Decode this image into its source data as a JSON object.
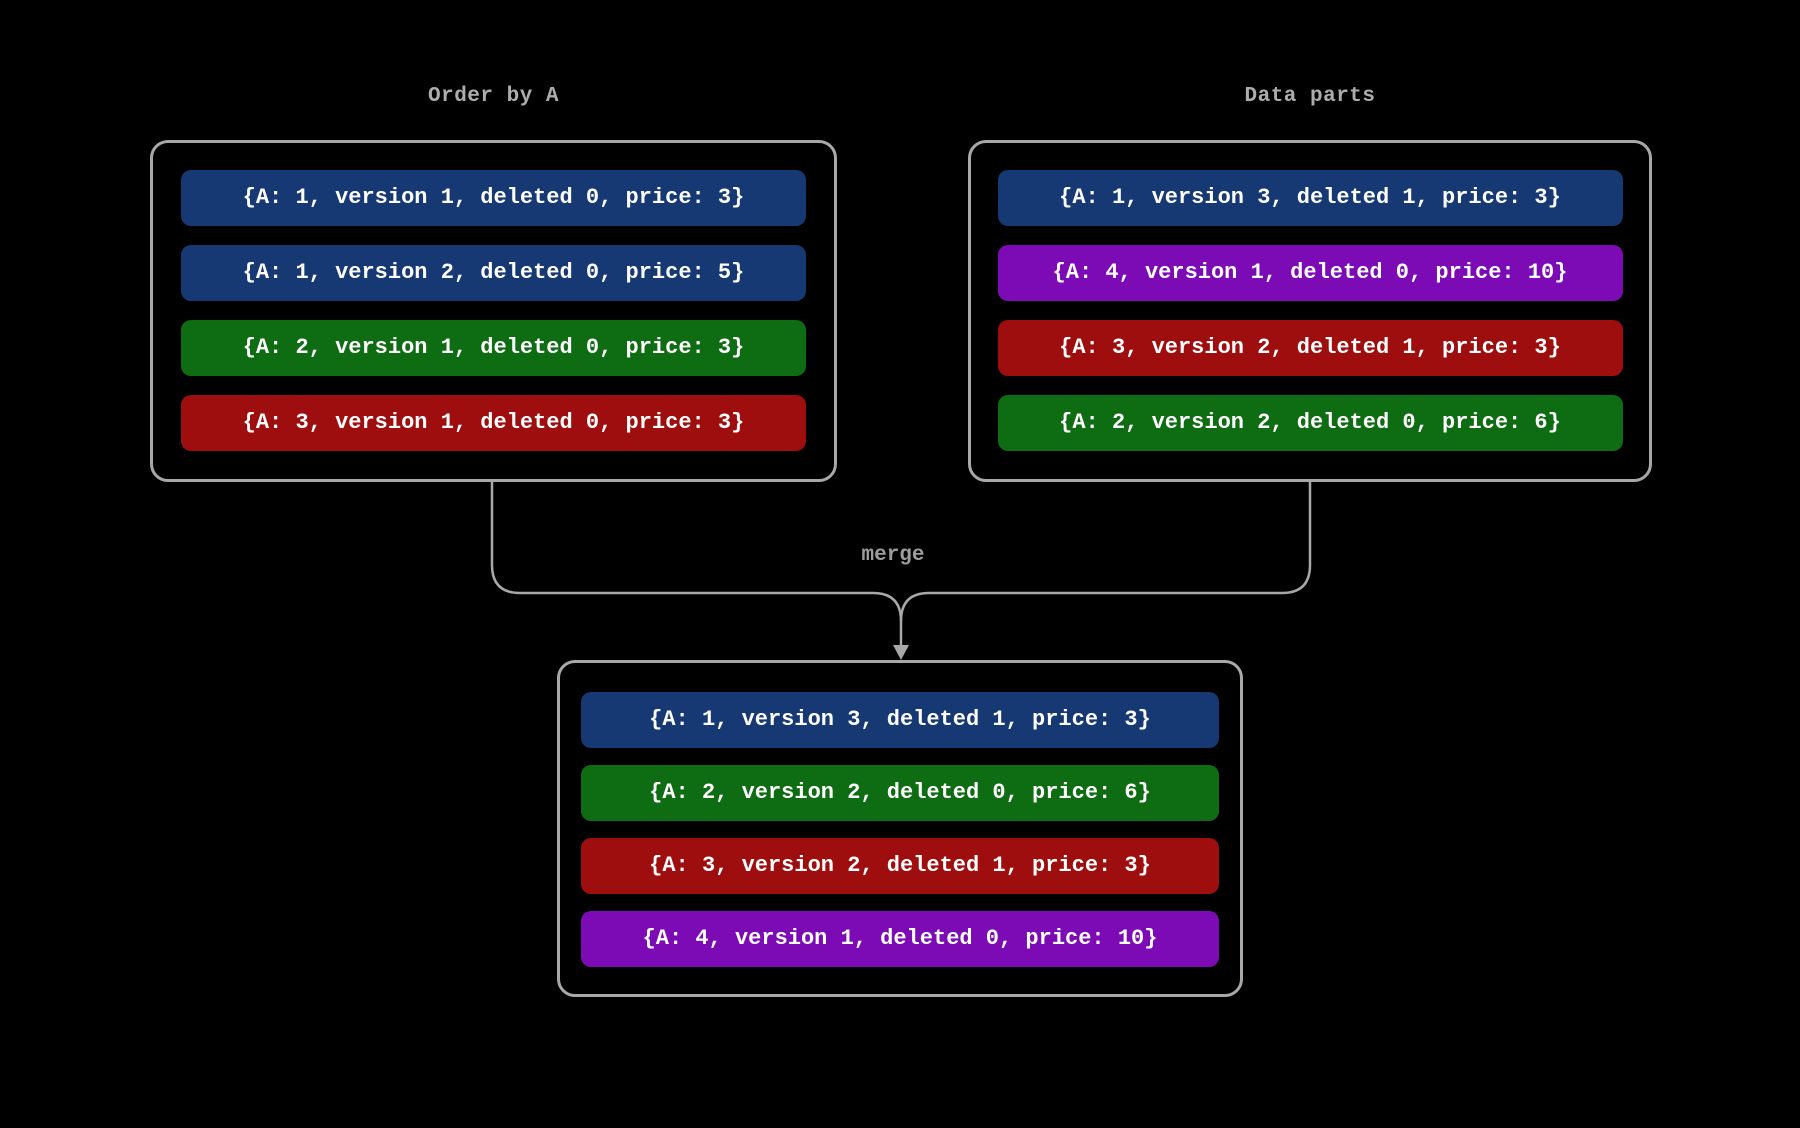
{
  "diagram": {
    "background": "#000000",
    "merge_label": "merge",
    "colors": {
      "blue": "#163973",
      "green": "#0e6c12",
      "red": "#9e0e0e",
      "purple": "#7d0bb5",
      "box_border": "#a8a8a8",
      "connector": "#a8a8a8",
      "title_text": "#adadad",
      "row_text": "#ffffff"
    },
    "boxes": {
      "order_by_a": {
        "title": "Order by A",
        "rows": [
          {
            "text": "{A: 1, version 1, deleted 0, price: 3}",
            "color": "blue"
          },
          {
            "text": "{A: 1, version 2, deleted 0, price: 5}",
            "color": "blue"
          },
          {
            "text": "{A: 2, version 1, deleted 0, price: 3}",
            "color": "green"
          },
          {
            "text": "{A: 3, version 1, deleted 0, price: 3}",
            "color": "red"
          }
        ]
      },
      "data_parts": {
        "title": "Data parts",
        "rows": [
          {
            "text": "{A: 1, version 3, deleted 1, price: 3}",
            "color": "blue"
          },
          {
            "text": "{A: 4, version 1, deleted 0, price: 10}",
            "color": "purple"
          },
          {
            "text": "{A: 3, version 2, deleted 1, price: 3}",
            "color": "red"
          },
          {
            "text": "{A: 2, version 2, deleted 0, price: 6}",
            "color": "green"
          }
        ]
      },
      "merged": {
        "rows": [
          {
            "text": "{A: 1, version 3, deleted 1, price: 3}",
            "color": "blue"
          },
          {
            "text": "{A: 2, version 2, deleted 0, price: 6}",
            "color": "green"
          },
          {
            "text": "{A: 3, version 2, deleted 1, price: 3}",
            "color": "red"
          },
          {
            "text": "{A: 4, version 1, deleted 0, price: 10}",
            "color": "purple"
          }
        ]
      }
    }
  }
}
